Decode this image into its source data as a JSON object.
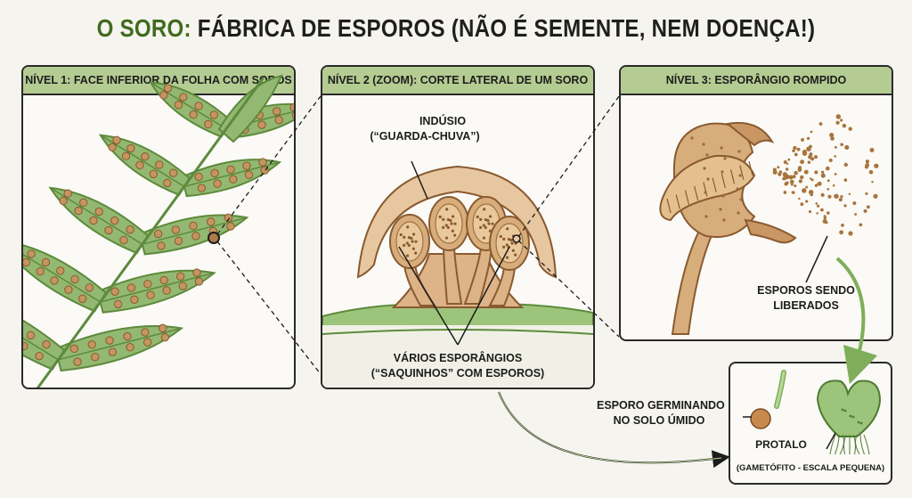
{
  "title": {
    "accent": "O SORO:",
    "rest": " FÁBRICA DE ESPOROS (NÃO É SEMENTE, NEM DOENÇA!)"
  },
  "panels": {
    "level1": {
      "header": "NÍVEL 1: FACE INFERIOR DA FOLHA COM SOROS"
    },
    "level2": {
      "header": "NÍVEL 2 (ZOOM): CORTE LATERAL DE UM SORO",
      "indusium_label_1": "INDÚSIO",
      "indusium_label_2": "(“GUARDA-CHUVA”)",
      "sporangia_label_1": "VÁRIOS ESPORÂNGIOS",
      "sporangia_label_2": "(“SAQUINHOS” COM ESPOROS)"
    },
    "level3": {
      "header": "NÍVEL 3: ESPORÂNGIO ROMPIDO",
      "spores_label_1": "ESPOROS SENDO",
      "spores_label_2": "LIBERADOS"
    },
    "germination": {
      "spore_label_1": "ESPORO GERMINANDO",
      "spore_label_2": "NO SOLO ÚMIDO",
      "prothallus_label": "PROTALO",
      "prothallus_sub": "(GAMETÓFITO - ESCALA PEQUENA)"
    }
  },
  "colors": {
    "leaf": "#93b872",
    "leaf_dark": "#5d8a3c",
    "sorus": "#c4955e",
    "sporangium": "#d8ad7c",
    "header": "#b4cc92",
    "title_accent": "#3f6b1f"
  }
}
